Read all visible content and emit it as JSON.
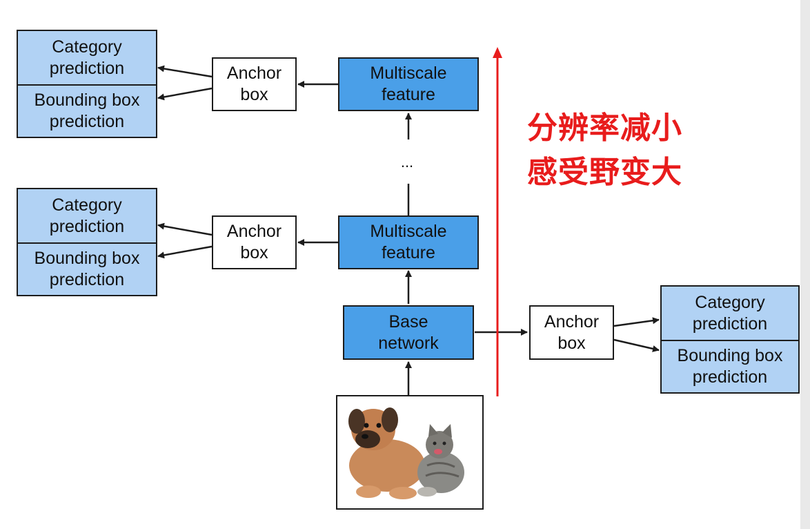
{
  "diagram": {
    "level2": {
      "feature": "Multiscale\nfeature",
      "anchor": "Anchor\nbox",
      "category": "Category\nprediction",
      "bbox": "Bounding box\nprediction"
    },
    "ellipsis": "...",
    "level1": {
      "feature": "Multiscale\nfeature",
      "anchor": "Anchor\nbox",
      "category": "Category\nprediction",
      "bbox": "Bounding box\nprediction"
    },
    "base": {
      "network": "Base\nnetwork",
      "anchor": "Anchor\nbox",
      "category": "Category\nprediction",
      "bbox": "Bounding box\nprediction"
    },
    "annotation_line1": "分辨率减小",
    "annotation_line2": "感受野变大",
    "colors": {
      "feature": "#4a9fe8",
      "prediction": "#b1d2f4",
      "annotation": "#e81c1c"
    },
    "input_image_icon": "dog-and-cat-photo"
  }
}
